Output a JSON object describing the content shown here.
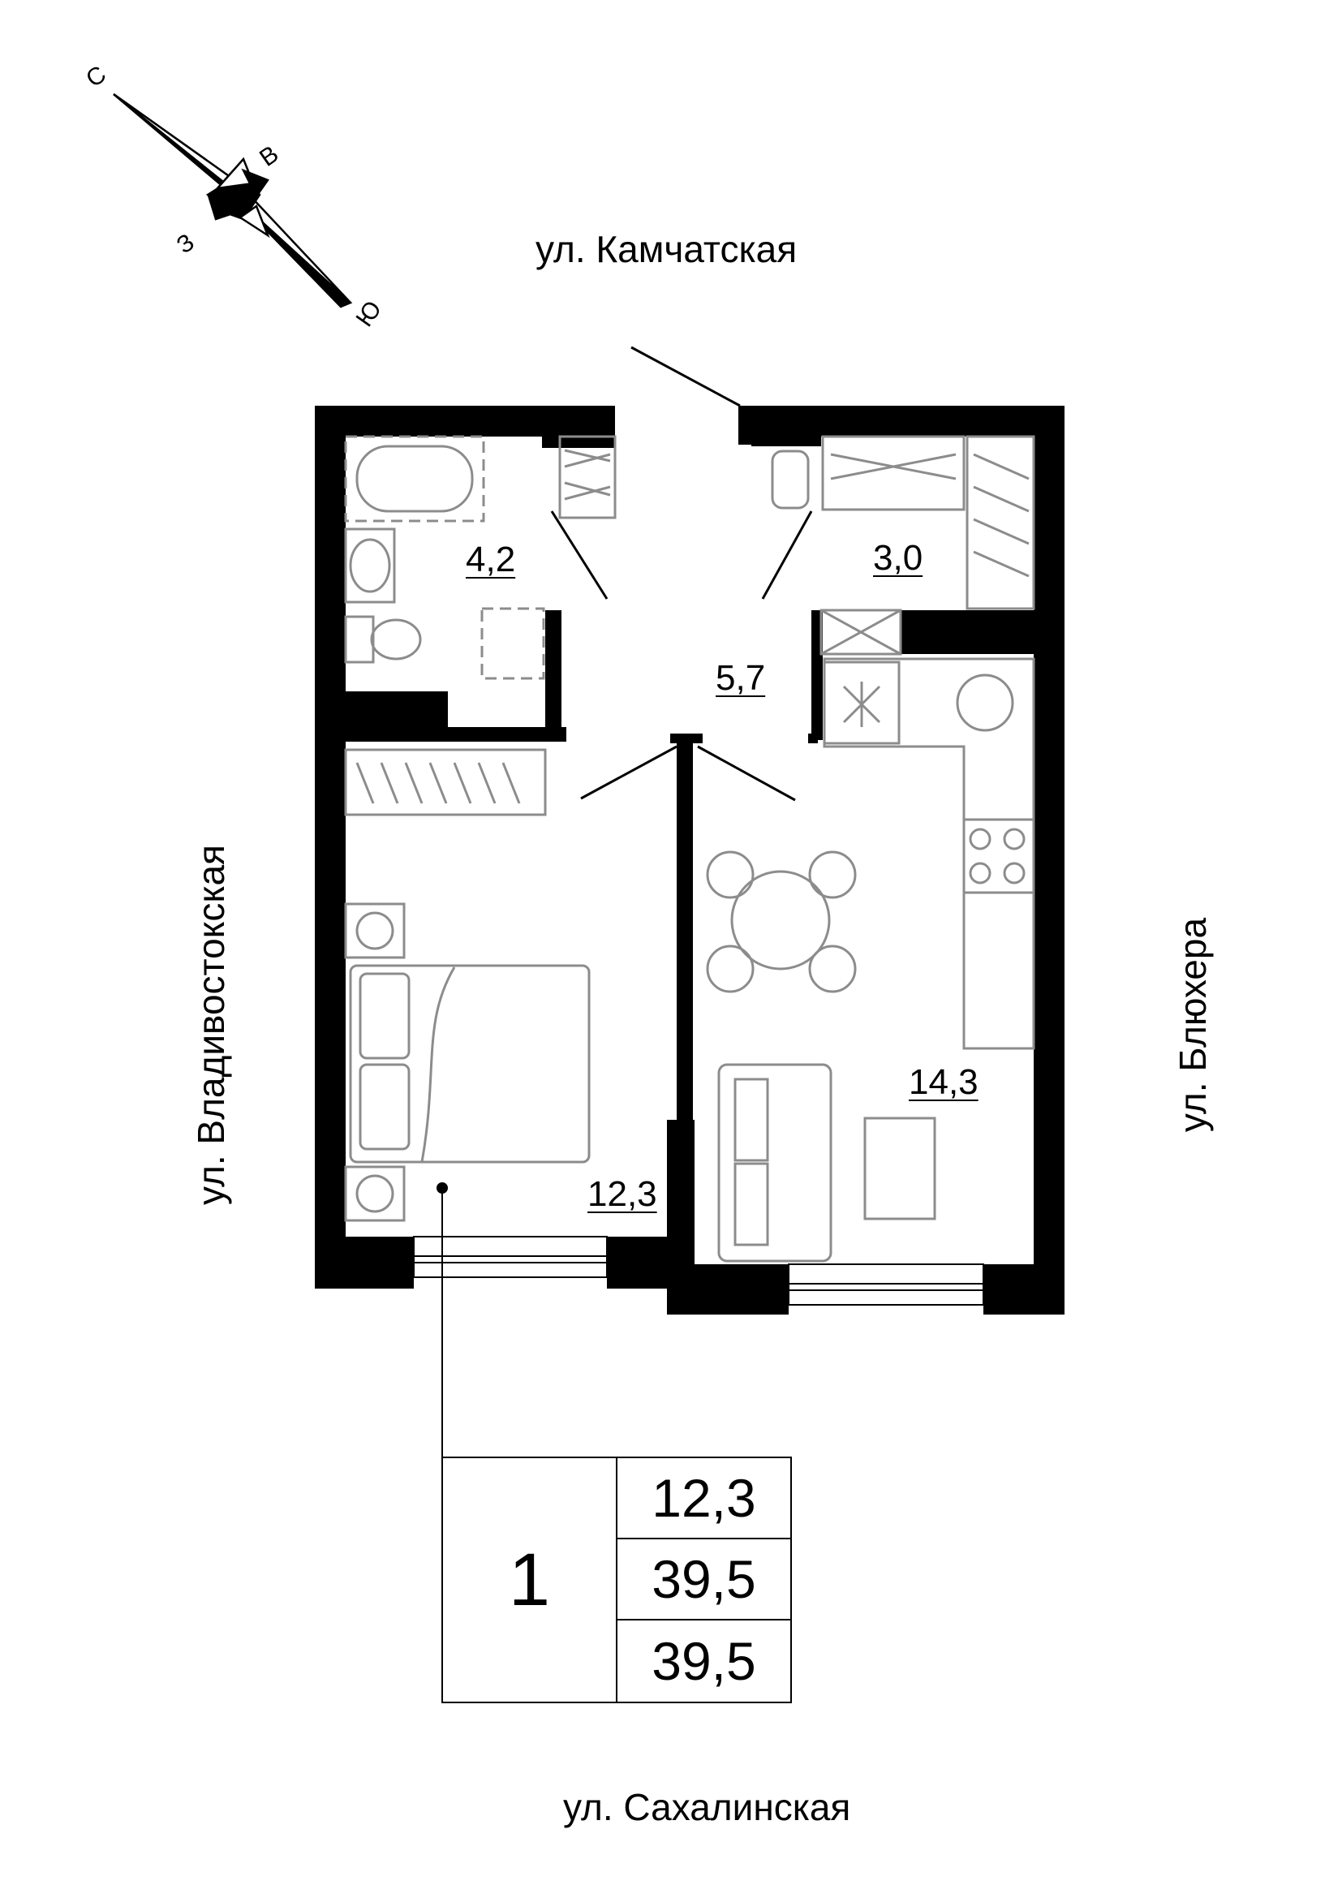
{
  "streets": {
    "north": "ул. Камчатская",
    "south": "ул. Сахалинская",
    "west": "ул. Владивостокская",
    "east": "ул. Блюхера"
  },
  "compass": {
    "north": "С",
    "east": "В",
    "west": "З",
    "south": "Ю"
  },
  "rooms": {
    "bathroom": "4,2",
    "hallway": "5,7",
    "storage": "3,0",
    "bedroom": "12,3",
    "kitchen_living": "14,3"
  },
  "info_table": {
    "rooms_count": "1",
    "living_area": "12,3",
    "total_area": "39,5",
    "area_with_balcony": "39,5"
  },
  "colors": {
    "wall": "#000000",
    "furniture": "#8c8c8c",
    "background": "#ffffff"
  },
  "icons": [
    "compass-rose-icon",
    "bathtub-icon",
    "sink-icon",
    "toilet-icon",
    "washing-machine-icon",
    "wardrobe-icon",
    "double-bed-icon",
    "nightstand-icon",
    "dining-table-icon",
    "kitchen-stove-icon",
    "kitchen-sink-icon",
    "sofa-icon",
    "window-icon",
    "door-icon"
  ]
}
